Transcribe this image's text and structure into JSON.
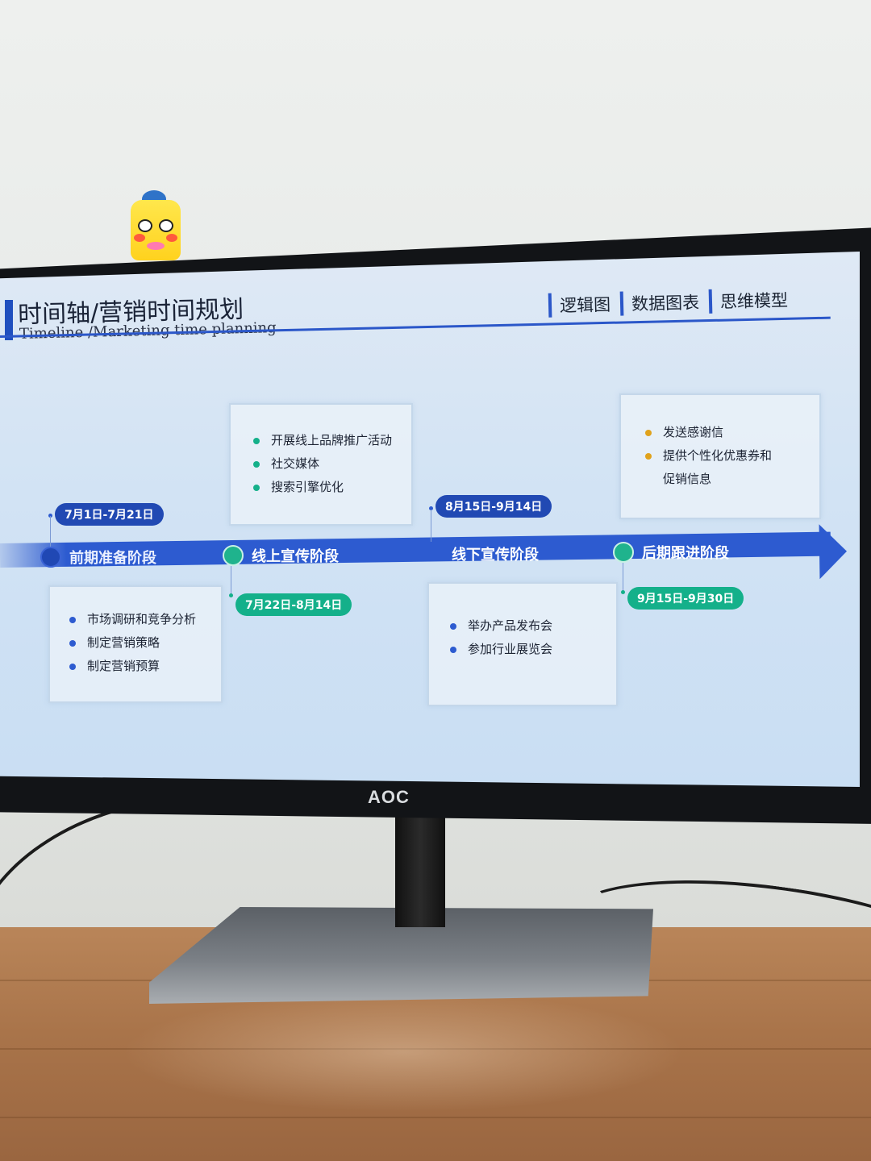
{
  "slide": {
    "title": "时间轴/营销时间规划",
    "subtitle": "Timeline /Marketing time planning",
    "nav": [
      "逻辑图",
      "数据图表",
      "思维模型"
    ]
  },
  "monitor": {
    "brand": "AOC"
  },
  "timeline": {
    "stages": [
      {
        "label": "前期准备阶段",
        "date": "7月1日-7月21日",
        "items": [
          "市场调研和竞争分析",
          "制定营销策略",
          "制定营销预算"
        ]
      },
      {
        "label": "线上宣传阶段",
        "date": "7月22日-8月14日",
        "items": [
          "开展线上品牌推广活动",
          "社交媒体",
          "搜索引擎优化"
        ]
      },
      {
        "label": "线下宣传阶段",
        "date": "8月15日-9月14日",
        "items": [
          "举办产品发布会",
          "参加行业展览会"
        ]
      },
      {
        "label": "后期跟进阶段",
        "date": "9月15日-9月30日",
        "items": [
          "发送感谢信",
          "提供个性化优惠券和",
          "促销信息"
        ]
      }
    ]
  },
  "colors": {
    "accent_blue": "#2d5bd0",
    "accent_green": "#14b08a",
    "bullet_gold": "#e0a21c"
  }
}
